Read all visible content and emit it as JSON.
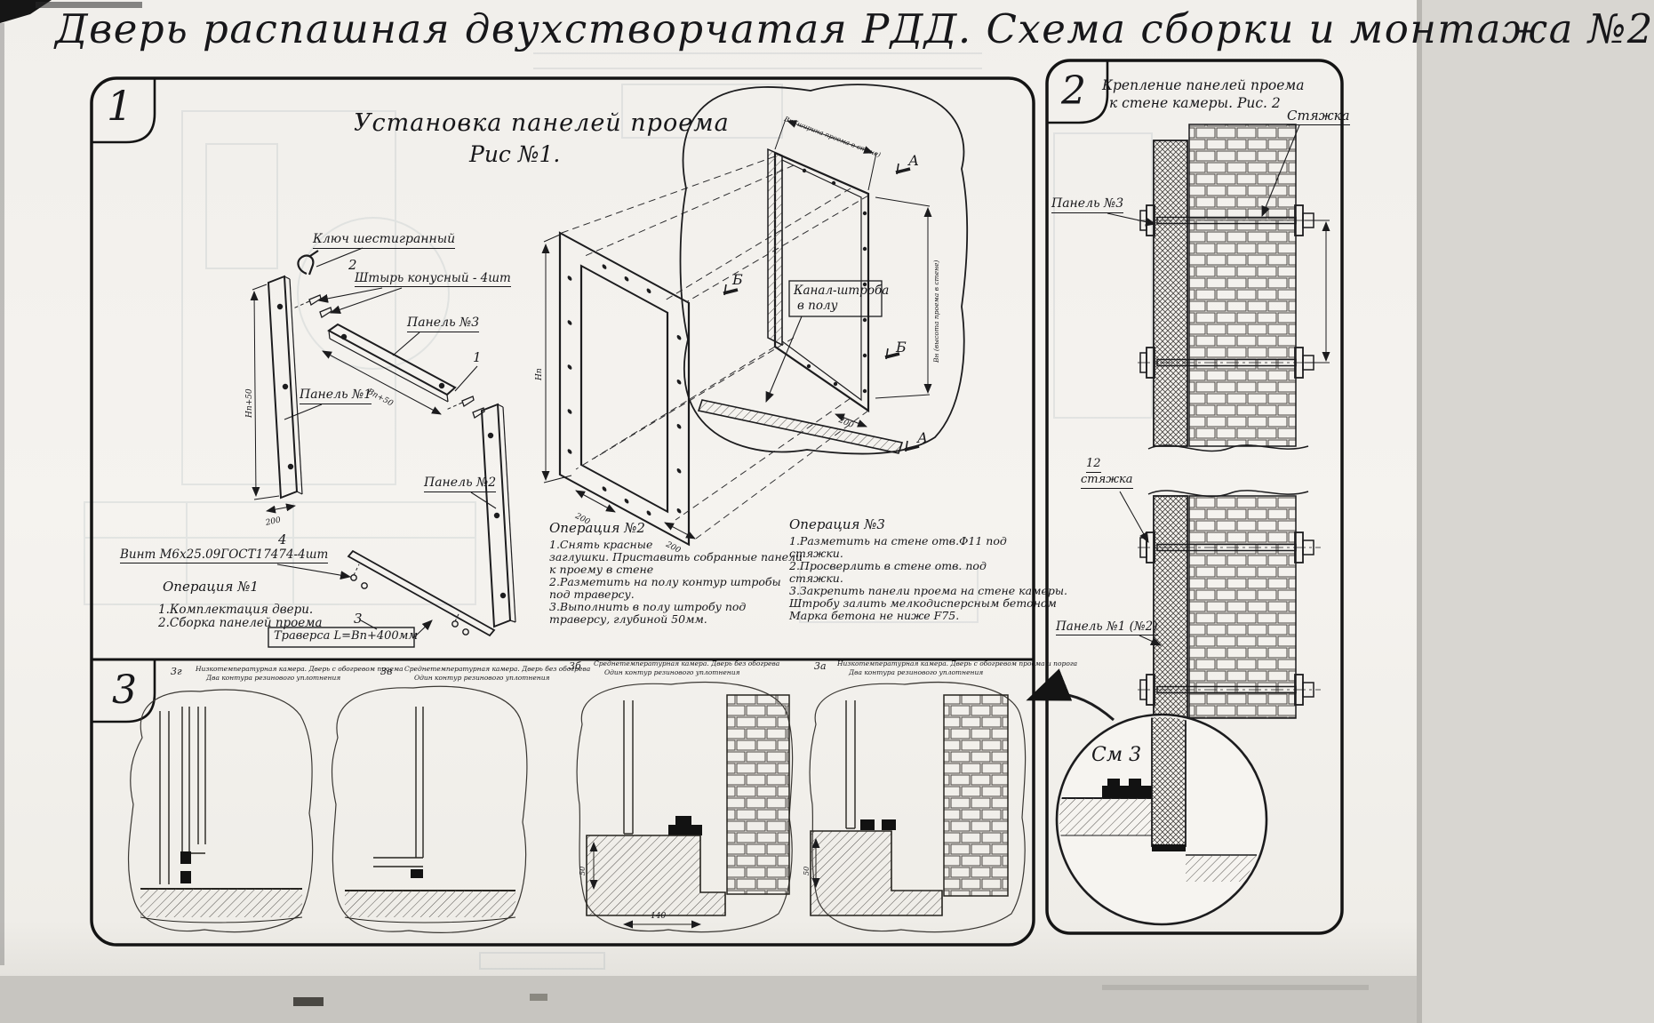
{
  "page": {
    "title": "Дверь распашная двухстворчатая РДД.  Схема сборки и монтажа №2"
  },
  "section1": {
    "number": "1",
    "heading": "Установка панелей проема",
    "subheading": "Рис №1.",
    "labels": {
      "hex_key": "Ключ шестигранный",
      "pin_callout": "2",
      "pin": "Штырь конусный - 4шт",
      "panel3": "Панель №3",
      "panel1": "Панель №1",
      "callout_1": "1",
      "panel2": "Панель №2",
      "callout_4": "4",
      "screw": "Винт М6х25.09ГОСТ17474-4шт",
      "callout_3": "3",
      "traverse": "Траверса  L=Вп+400мм",
      "channel_line1": "Канал-штроба",
      "channel_line2": "в полу",
      "marker_a_top": "А",
      "marker_a_bottom": "А",
      "marker_b_left": "Б",
      "marker_b_right": "Б"
    },
    "dims": {
      "h_panel1": "Нп+50",
      "w_panel3": "Вп+50",
      "d200_left": "200",
      "h_frame": "Нп",
      "d200_mid1": "200",
      "d200_mid2": "200",
      "wall_width": "Вп (ширина проема в стене)",
      "wall_height": "Вн (высота проема в стене)",
      "d200_wall": "200"
    },
    "op1": {
      "title": "Операция №1",
      "lines": [
        "1.Комплектация двери.",
        "2.Сборка панелей проема"
      ]
    },
    "op2": {
      "title": "Операция №2",
      "lines": [
        "1.Снять красные",
        "заглушки. Приставить собранные панели",
        "к проему в стене",
        "2.Разметить на полу контур штробы",
        "под траверсу.",
        "3.Выполнить в полу штробу под",
        "траверсу, глубиной 50мм."
      ]
    },
    "op3": {
      "title": "Операция №3",
      "lines": [
        "1.Разметить на стене отв.Ф11 под",
        "стяжки.",
        "2.Просверлить в стене отв.  под",
        "стяжки.",
        "3.Закрепить панели проема на стене камеры.",
        "Штробу залить мелкодисперсным бетоном",
        "Марка бетона не ниже   F75."
      ]
    }
  },
  "section2": {
    "number": "2",
    "heading_line1": "Крепление панелей проема",
    "heading_line2": "к стене камеры. Рис. 2",
    "labels": {
      "tie_top": "Стяжка",
      "panel3": "Панель №3",
      "tie_num": "12",
      "tie": "стяжка",
      "panel1": "Панель №1 (№2)",
      "see3": "См 3"
    }
  },
  "section3": {
    "number": "3",
    "views": [
      {
        "id": "3г",
        "caption1": "Низкотемпературная камера. Дверь с обогревом проема",
        "caption2": "Два контура резинового уплотнения"
      },
      {
        "id": "3в",
        "caption1": "Среднетемпературная камера. Дверь без обогрева",
        "caption2": "Один контур резинового уплотнения"
      },
      {
        "id": "3б",
        "caption1": "Среднетемпературная камера. Дверь без обогрева",
        "caption2": "Один контур резинового уплотнения"
      },
      {
        "id": "3а",
        "caption1": "Низкотемпературная камера. Дверь с обогревом проема и порога",
        "caption2": "Два контура резинового уплотнения"
      }
    ],
    "dims": {
      "d140": "140",
      "d50a": "50",
      "d50b": "50"
    }
  }
}
